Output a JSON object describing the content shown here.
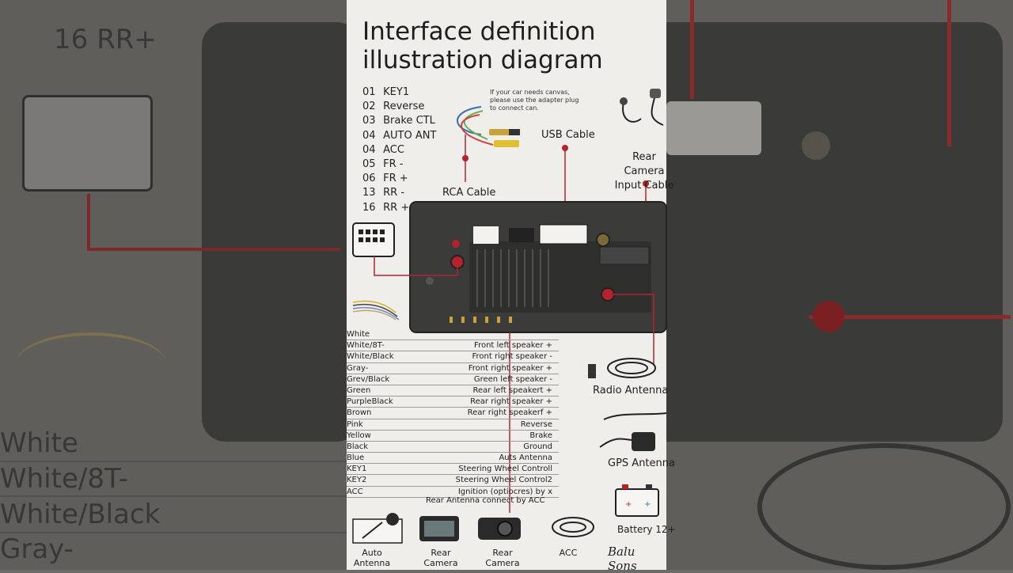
{
  "poster": {
    "title_line1": "Interface definition",
    "title_line2": "illustration diagram",
    "pins": [
      {
        "num": "01",
        "name": "KEY1"
      },
      {
        "num": "02",
        "name": "Reverse"
      },
      {
        "num": "03",
        "name": "Brake CTL"
      },
      {
        "num": "04",
        "name": "AUTO ANT"
      },
      {
        "num": "04",
        "name": "ACC"
      },
      {
        "num": "05",
        "name": "FR -"
      },
      {
        "num": "06",
        "name": "FR +"
      },
      {
        "num": "13",
        "name": "RR -"
      },
      {
        "num": "16",
        "name": "RR +"
      }
    ],
    "note": "If your car needs canvas, please use the adapter plug to connect can.",
    "labels": {
      "rca": "RCA Cable",
      "usb": "USB Cable",
      "rear_camera_input": "Rear Camera Input Cable",
      "radio_antenna": "Radio Antenna",
      "gps_antenna": "GPS Antenna",
      "battery": "Battery 12+"
    },
    "wires": [
      {
        "color": "White",
        "desc": ""
      },
      {
        "color": "White/8T-",
        "desc": "Front left speaker +"
      },
      {
        "color": "White/Black",
        "desc": "Front right speaker -"
      },
      {
        "color": "Gray-",
        "desc": "Front right speaker +"
      },
      {
        "color": "Grev/Black",
        "desc": "Green left speaker -"
      },
      {
        "color": "Green",
        "desc": "Rear left speakert +"
      },
      {
        "color": "PurpleBlack",
        "desc": "Rear right speaker +"
      },
      {
        "color": "Brown",
        "desc": "Rear right speakerf +"
      },
      {
        "color": "Pink",
        "desc": "Reverse"
      },
      {
        "color": "Yellow",
        "desc": "Brake"
      },
      {
        "color": "Black",
        "desc": "Ground"
      },
      {
        "color": "Blue",
        "desc": "Auts Antenna"
      },
      {
        "color": "KEY1",
        "desc": "Steering Wheel Controll"
      },
      {
        "color": "KEY2",
        "desc": "Steering Wheel Control2"
      },
      {
        "color": "ACC",
        "desc": "Ignition (optiocres) by x"
      }
    ],
    "wire_footer": "Rear Antenna connect by ACC",
    "accessories": [
      {
        "label": "Auto Antenna"
      },
      {
        "label": "Rear Camera"
      },
      {
        "label": "Rear Camera"
      },
      {
        "label": "ACC"
      }
    ],
    "signature": "Balu Sons"
  },
  "background": {
    "left_texts": [
      "16 RR+",
      "White",
      "White/8T-",
      "White/Black",
      "Gray-"
    ],
    "colors": {
      "wire_red": "#b4232c",
      "device": "#3d3d3c",
      "paper": "#efeeea"
    }
  }
}
